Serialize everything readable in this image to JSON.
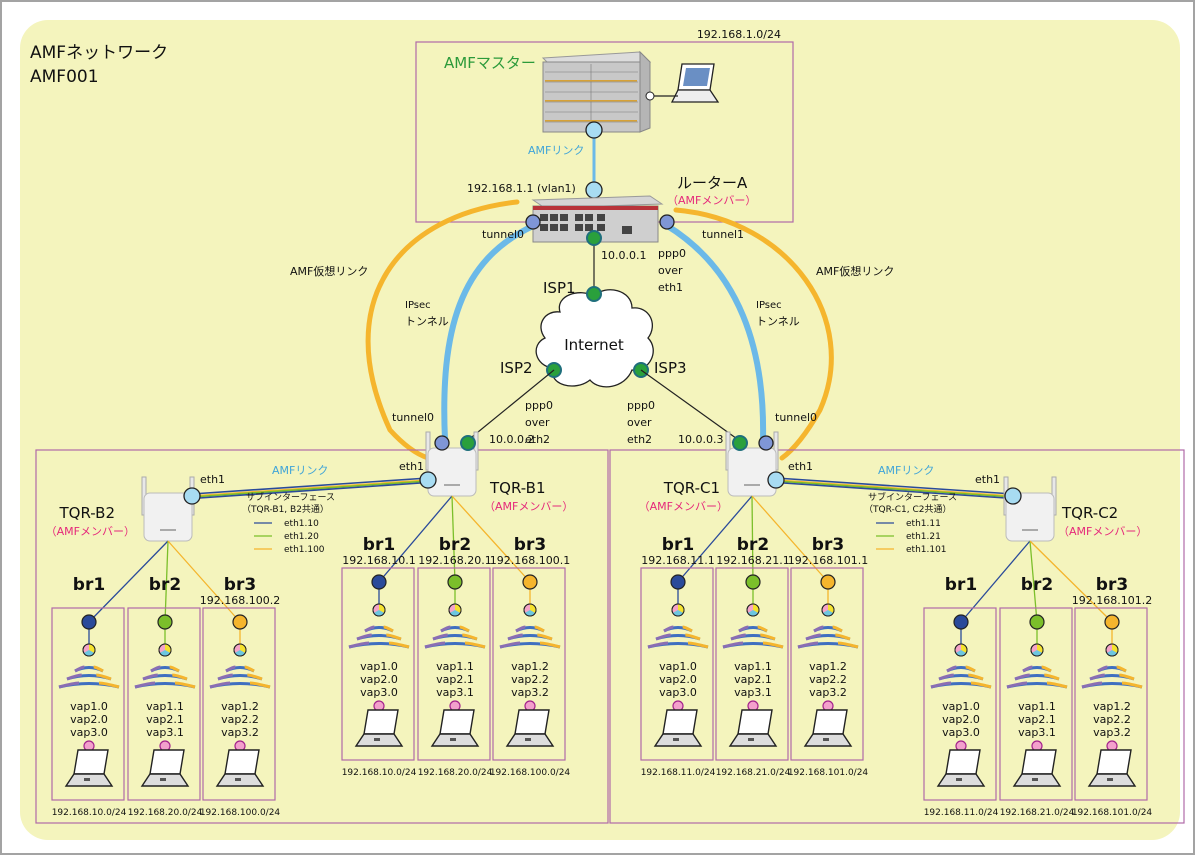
{
  "title": {
    "line1": "AMFネットワーク",
    "line2": "AMF001"
  },
  "colors": {
    "background": "#f4f4bd",
    "box_border": "#b06aa8",
    "amf_link": "#6bb9e8",
    "virtual_link": "#f5b52d",
    "br1": "#2a4a9a",
    "br2": "#7bbf2a",
    "br3": "#f5b52d",
    "isp_node": "#2aa03c",
    "member_text": "#e5277a",
    "master_text": "#2b9a3a"
  },
  "master_site": {
    "subnet": "192.168.1.0/24",
    "master_label": "AMFマスター",
    "link_label": "AMFリンク",
    "router_ip": "192.168.1.1 (vlan1)",
    "router_name": "ルーターA",
    "router_role": "（AMFメンバー）"
  },
  "router": {
    "tunnel_left": "tunnel0",
    "tunnel_right": "tunnel1",
    "wan_ip": "10.0.0.1",
    "wan_if": [
      "ppp0",
      "over",
      "eth1"
    ]
  },
  "internet": {
    "label": "Internet",
    "isp1": "ISP1",
    "isp2": "ISP2",
    "isp3": "ISP3"
  },
  "links": {
    "virtual_left": "AMF仮想リンク",
    "virtual_right": "AMF仮想リンク",
    "ipsec_left": [
      "IPsec",
      "トンネル"
    ],
    "ipsec_right": [
      "IPsec",
      "トンネル"
    ]
  },
  "sites": [
    {
      "id": "B",
      "main": {
        "name": "TQR-B1",
        "role": "（AMFメンバー）",
        "tunnel": "tunnel0",
        "wan_ip": "10.0.0.2",
        "wan_if": [
          "ppp0",
          "over",
          "eth2"
        ],
        "eth": "eth1",
        "bridges": [
          {
            "name": "br1",
            "ip": "192.168.10.1",
            "vaps": [
              "vap1.0",
              "vap2.0",
              "vap3.0"
            ],
            "subnet": "192.168.10.0/24"
          },
          {
            "name": "br2",
            "ip": "192.168.20.1",
            "vaps": [
              "vap1.1",
              "vap2.1",
              "vap3.1"
            ],
            "subnet": "192.168.20.0/24"
          },
          {
            "name": "br3",
            "ip": "192.168.100.1",
            "vaps": [
              "vap1.2",
              "vap2.2",
              "vap3.2"
            ],
            "subnet": "192.168.100.0/24"
          }
        ]
      },
      "sub": {
        "name": "TQR-B2",
        "role": "（AMFメンバー）",
        "eth": "eth1",
        "bridges": [
          {
            "name": "br1",
            "ip": "",
            "vaps": [
              "vap1.0",
              "vap2.0",
              "vap3.0"
            ],
            "subnet": "192.168.10.0/24"
          },
          {
            "name": "br2",
            "ip": "",
            "vaps": [
              "vap1.1",
              "vap2.1",
              "vap3.1"
            ],
            "subnet": "192.168.20.0/24"
          },
          {
            "name": "br3",
            "ip": "192.168.100.2",
            "vaps": [
              "vap1.2",
              "vap2.2",
              "vap3.2"
            ],
            "subnet": "192.168.100.0/24"
          }
        ]
      },
      "link_label": "AMFリンク",
      "legend_title": "サブインターフェース",
      "legend_sub": "（TQR-B1, B2共通）",
      "legend": [
        "eth1.10",
        "eth1.20",
        "eth1.100"
      ]
    },
    {
      "id": "C",
      "main": {
        "name": "TQR-C1",
        "role": "（AMFメンバー）",
        "tunnel": "tunnel0",
        "wan_ip": "10.0.0.3",
        "wan_if": [
          "ppp0",
          "over",
          "eth2"
        ],
        "eth": "eth1",
        "bridges": [
          {
            "name": "br1",
            "ip": "192.168.11.1",
            "vaps": [
              "vap1.0",
              "vap2.0",
              "vap3.0"
            ],
            "subnet": "192.168.11.0/24"
          },
          {
            "name": "br2",
            "ip": "192.168.21.1",
            "vaps": [
              "vap1.1",
              "vap2.1",
              "vap3.1"
            ],
            "subnet": "192.168.21.0/24"
          },
          {
            "name": "br3",
            "ip": "192.168.101.1",
            "vaps": [
              "vap1.2",
              "vap2.2",
              "vap3.2"
            ],
            "subnet": "192.168.101.0/24"
          }
        ]
      },
      "sub": {
        "name": "TQR-C2",
        "role": "（AMFメンバー）",
        "eth": "eth1",
        "bridges": [
          {
            "name": "br1",
            "ip": "",
            "vaps": [
              "vap1.0",
              "vap2.0",
              "vap3.0"
            ],
            "subnet": "192.168.11.0/24"
          },
          {
            "name": "br2",
            "ip": "",
            "vaps": [
              "vap1.1",
              "vap2.1",
              "vap3.1"
            ],
            "subnet": "192.168.21.0/24"
          },
          {
            "name": "br3",
            "ip": "192.168.101.2",
            "vaps": [
              "vap1.2",
              "vap2.2",
              "vap3.2"
            ],
            "subnet": "192.168.101.0/24"
          }
        ]
      },
      "link_label": "AMFリンク",
      "legend_title": "サブインターフェース",
      "legend_sub": "（TQR-C1, C2共通）",
      "legend": [
        "eth1.11",
        "eth1.21",
        "eth1.101"
      ]
    }
  ]
}
